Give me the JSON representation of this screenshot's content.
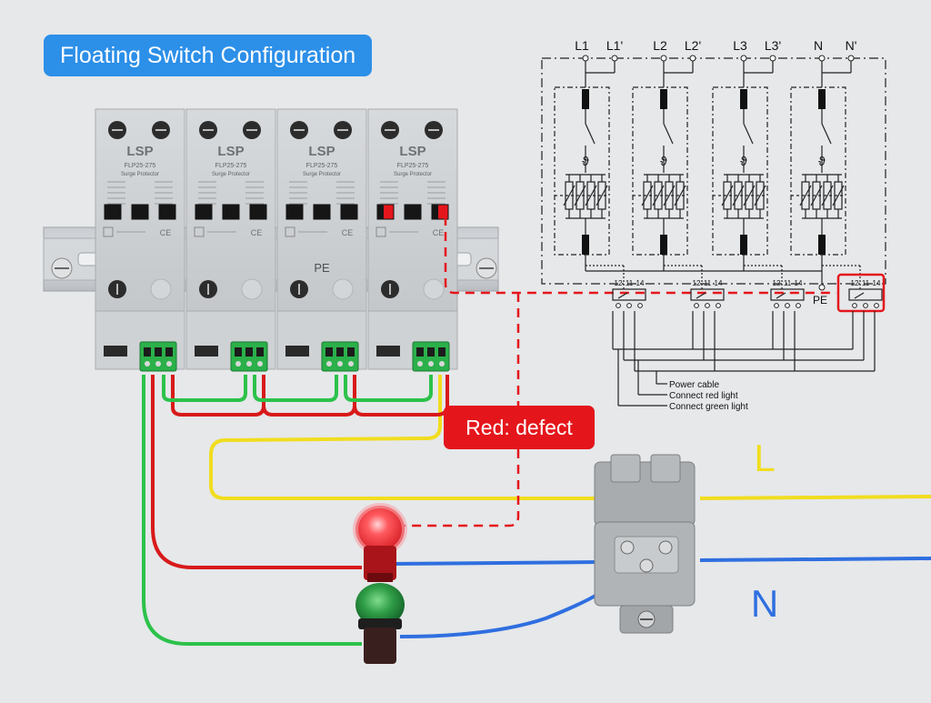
{
  "title": "Floating Switch Configuration",
  "defect_label": "Red: defect",
  "modules": [
    {
      "brand": "LSP",
      "model": "FLP25-275",
      "desc": "Surge Protector"
    },
    {
      "brand": "LSP",
      "model": "FLP25-275",
      "desc": "Surge Protector"
    },
    {
      "brand": "LSP",
      "model": "FLP25-275",
      "desc": "Surge Protector"
    },
    {
      "brand": "LSP",
      "model": "FLP25-275",
      "desc": "Surge Protector"
    }
  ],
  "module_pe_label": "PE",
  "wire_labels": {
    "line": "L",
    "neutral": "N"
  },
  "schematic": {
    "terminals": [
      "L1",
      "L1'",
      "L2",
      "L2'",
      "L3",
      "L3'",
      "N",
      "N'"
    ],
    "theta": "ϑ",
    "contact_pins": [
      "12",
      "11",
      "14"
    ],
    "pe_label": "PE",
    "legend": [
      "Power cable",
      "Connect red light",
      "Connect green light"
    ]
  },
  "colors": {
    "title_bg": "#2c8fe8",
    "defect_bg": "#e4161c",
    "line_wire": "#f1dd1f",
    "neutral_wire": "#2f6fe0",
    "red_wire": "#d81a1a",
    "green_wire": "#2cc24a",
    "indicator_red": "#f0303a",
    "indicator_green": "#1f9e3c"
  }
}
